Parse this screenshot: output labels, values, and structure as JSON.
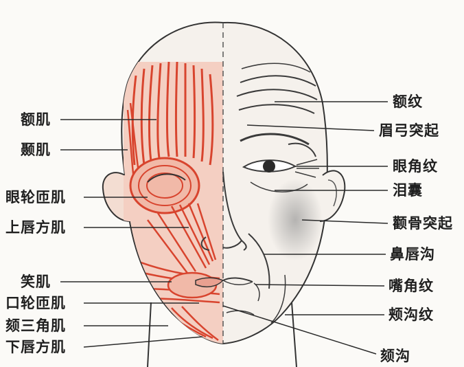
{
  "labels": {
    "left": [
      "额肌",
      "颞肌",
      "眼轮匝肌",
      "上唇方肌",
      "笑肌",
      "口轮匝肌",
      "颏三角肌",
      "下唇方肌"
    ],
    "right": [
      "额纹",
      "眉弓突起",
      "眼角纹",
      "泪囊",
      "颧骨突起",
      "鼻唇沟",
      "嘴角纹",
      "颊沟纹",
      "颏沟"
    ]
  },
  "colors": {
    "muscle": "#d8442e",
    "muscle_fill": "#f3c6b6",
    "skin": "#f5f1ec",
    "line": "#2a2a2a"
  }
}
